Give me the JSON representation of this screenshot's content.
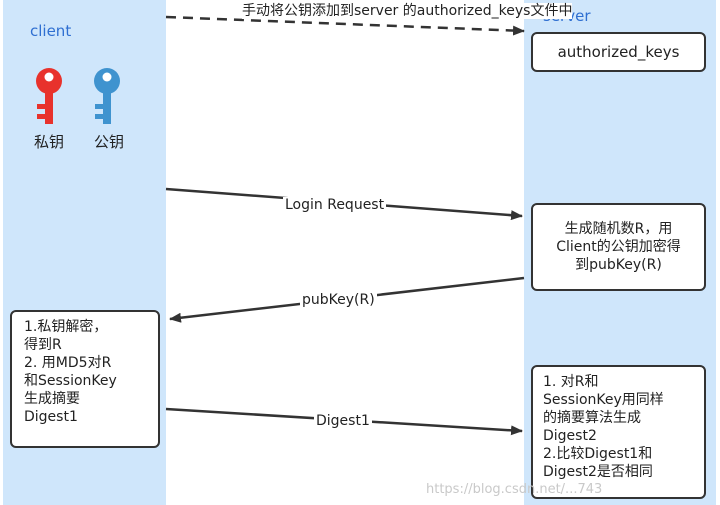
{
  "client": {
    "title": "client",
    "private_key_label": "私钥",
    "public_key_label": "公钥",
    "note_lines": [
      "1.私钥解密，",
      "得到R",
      "2. 用MD5对R",
      "和SessionKey",
      "生成摘要",
      "Digest1"
    ]
  },
  "server": {
    "title": "server",
    "authorized_keys": "authorized_keys",
    "gen_lines": [
      "生成随机数R，用",
      "Client的公钥加密得",
      "到pubKey(R)"
    ],
    "compare_lines": [
      "1. 对R和",
      "SessionKey用同样",
      "的摘要算法生成",
      "Digest2",
      "2.比较Digest1和",
      "Digest2是否相同"
    ]
  },
  "messages": {
    "add_key_line1": "手动将公钥添加到server",
    "add_key_line2": "的authorized_keys文件中",
    "login_request": "Login Request",
    "pubkey": "pubKey(R)",
    "digest1": "Digest1"
  },
  "watermark": "https://blog.csdn.net/...743",
  "colors": {
    "lane": "#cfe6fb",
    "private_key": "#e8322c",
    "public_key": "#3f93cf",
    "title_text": "#2f6fd1"
  }
}
